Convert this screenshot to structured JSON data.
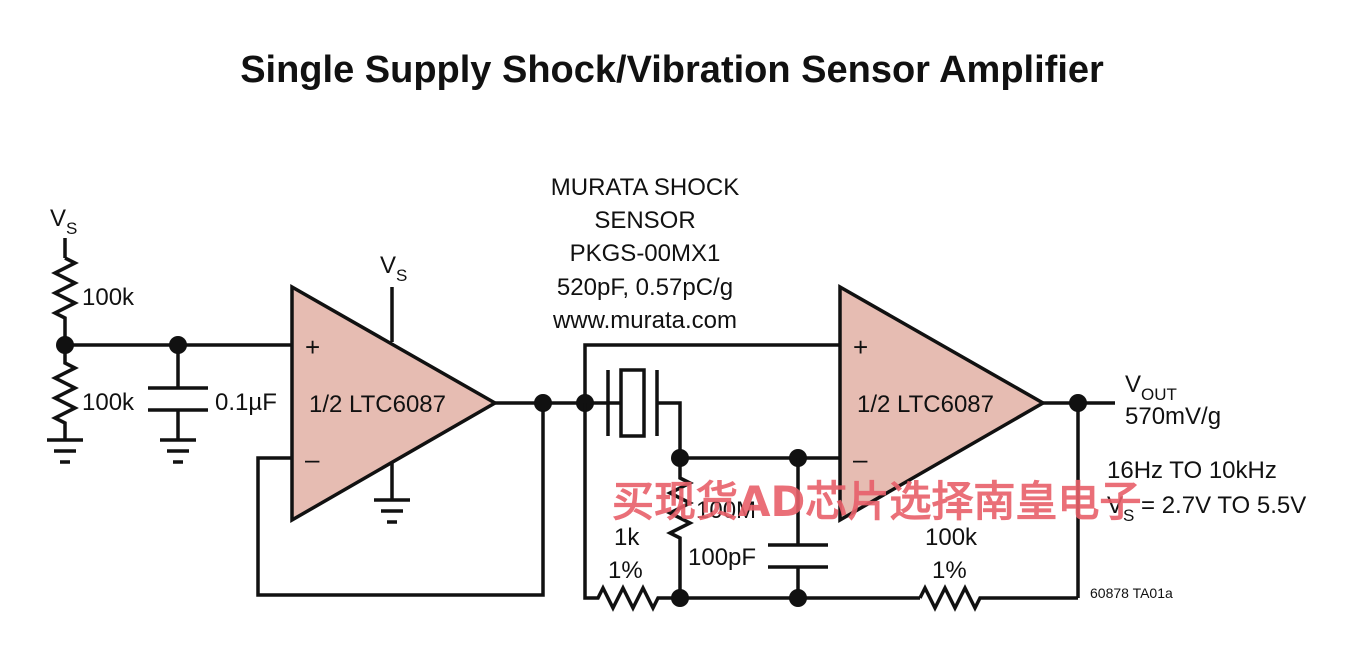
{
  "title": "Single Supply Shock/Vibration Sensor Amplifier",
  "colors": {
    "opamp_fill": "#e6bcb2",
    "watermark": "#e8606a",
    "line": "#111111"
  },
  "supply": {
    "v": "V",
    "s": "S"
  },
  "resistors": {
    "bias_top": "100k",
    "bias_bottom": "100k",
    "gain_input": "1k",
    "gain_input_tol": "1%",
    "bias_large": "100M",
    "feedback": "100k",
    "feedback_tol": "1%"
  },
  "capacitors": {
    "bypass": "0.1µF",
    "feedback": "100pF"
  },
  "opamp1": {
    "label": "1/2 LTC6087",
    "plus": "+",
    "minus": "–"
  },
  "opamp2": {
    "label": "1/2 LTC6087",
    "plus": "+",
    "minus": "–"
  },
  "sensor": {
    "line1": "MURATA SHOCK",
    "line2": "SENSOR",
    "line3": "PKGS-00MX1",
    "line4": "520pF, 0.57pC/g",
    "line5": "www.murata.com"
  },
  "output": {
    "v": "V",
    "sub": "OUT",
    "gain": "570mV/g",
    "bandwidth": "16Hz TO 10kHz",
    "vs_v": "V",
    "vs_s": "S",
    "vs_range": " = 2.7V TO 5.5V"
  },
  "figure_id": "60878 TA01a",
  "watermark": "买现货AD芯片选择南皇电子"
}
